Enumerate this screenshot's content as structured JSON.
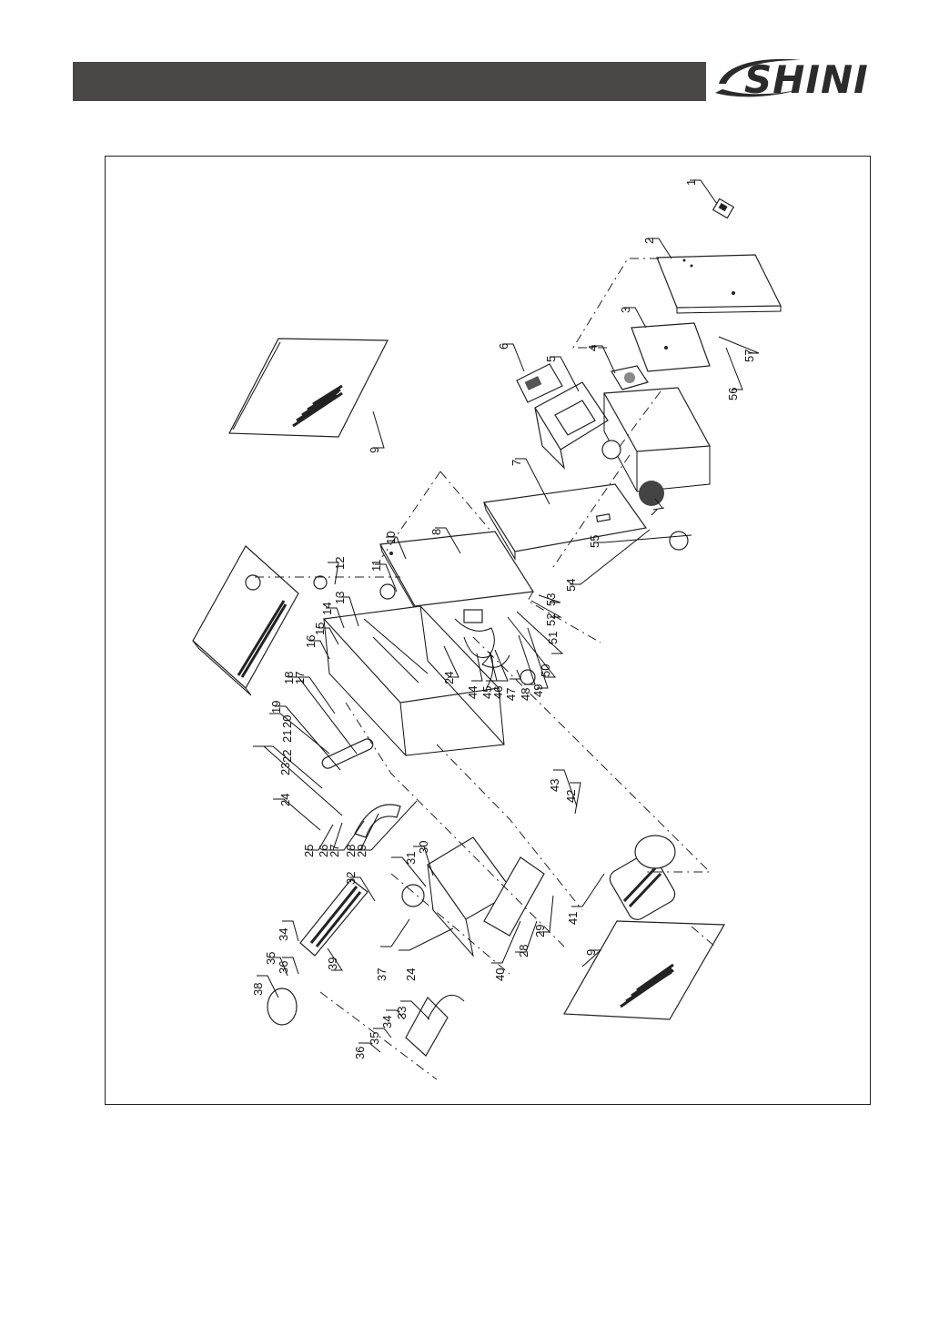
{
  "header": {
    "brand": "SHINI",
    "bar_color": "#4a4746"
  },
  "diagram": {
    "type": "exploded-parts-view",
    "part_numbers": [
      "1",
      "2",
      "3",
      "4",
      "5",
      "6",
      "7",
      "8",
      "9",
      "10",
      "11",
      "12",
      "13",
      "14",
      "15",
      "16",
      "17",
      "18",
      "19",
      "20",
      "21",
      "22",
      "23",
      "24",
      "25",
      "26",
      "27",
      "28",
      "29",
      "30",
      "31",
      "32",
      "33",
      "34",
      "35",
      "36",
      "37",
      "38",
      "39",
      "40",
      "41",
      "42",
      "43",
      "44",
      "45",
      "46",
      "47",
      "48",
      "49",
      "50",
      "51",
      "52",
      "53",
      "54",
      "55",
      "56",
      "57"
    ],
    "labels": [
      {
        "id": "1",
        "text": "1"
      },
      {
        "id": "2",
        "text": "2"
      },
      {
        "id": "3",
        "text": "3"
      },
      {
        "id": "4",
        "text": "4"
      },
      {
        "id": "5",
        "text": "5"
      },
      {
        "id": "6",
        "text": "6"
      },
      {
        "id": "7",
        "text": "7"
      },
      {
        "id": "8",
        "text": "8"
      },
      {
        "id": "9a",
        "text": "9"
      },
      {
        "id": "9b",
        "text": "9"
      },
      {
        "id": "10",
        "text": "10"
      },
      {
        "id": "11",
        "text": "11"
      },
      {
        "id": "12",
        "text": "12"
      },
      {
        "id": "13",
        "text": "13"
      },
      {
        "id": "14",
        "text": "14"
      },
      {
        "id": "15",
        "text": "15"
      },
      {
        "id": "16",
        "text": "16"
      },
      {
        "id": "17",
        "text": "17"
      },
      {
        "id": "18",
        "text": "18"
      },
      {
        "id": "19",
        "text": "19"
      },
      {
        "id": "20",
        "text": "20"
      },
      {
        "id": "21",
        "text": "21"
      },
      {
        "id": "22",
        "text": "22"
      },
      {
        "id": "23",
        "text": "23"
      },
      {
        "id": "24a",
        "text": "24"
      },
      {
        "id": "24b",
        "text": "24"
      },
      {
        "id": "24c",
        "text": "24"
      },
      {
        "id": "25",
        "text": "25"
      },
      {
        "id": "26",
        "text": "26"
      },
      {
        "id": "27",
        "text": "27"
      },
      {
        "id": "28a",
        "text": "28"
      },
      {
        "id": "28b",
        "text": "28"
      },
      {
        "id": "29a",
        "text": "29"
      },
      {
        "id": "29b",
        "text": "29"
      },
      {
        "id": "30",
        "text": "30"
      },
      {
        "id": "31",
        "text": "31"
      },
      {
        "id": "32",
        "text": "32"
      },
      {
        "id": "33",
        "text": "33"
      },
      {
        "id": "34a",
        "text": "34"
      },
      {
        "id": "34b",
        "text": "34"
      },
      {
        "id": "35a",
        "text": "35"
      },
      {
        "id": "35b",
        "text": "35"
      },
      {
        "id": "36a",
        "text": "36"
      },
      {
        "id": "36b",
        "text": "36"
      },
      {
        "id": "37",
        "text": "37"
      },
      {
        "id": "38",
        "text": "38"
      },
      {
        "id": "39",
        "text": "39"
      },
      {
        "id": "40",
        "text": "40"
      },
      {
        "id": "41",
        "text": "41"
      },
      {
        "id": "42",
        "text": "42"
      },
      {
        "id": "43",
        "text": "43"
      },
      {
        "id": "44",
        "text": "44"
      },
      {
        "id": "45",
        "text": "45"
      },
      {
        "id": "46",
        "text": "46"
      },
      {
        "id": "47",
        "text": "47"
      },
      {
        "id": "48",
        "text": "48"
      },
      {
        "id": "49",
        "text": "49"
      },
      {
        "id": "50",
        "text": "50"
      },
      {
        "id": "51",
        "text": "51"
      },
      {
        "id": "52",
        "text": "52"
      },
      {
        "id": "53",
        "text": "53"
      },
      {
        "id": "54",
        "text": "54"
      },
      {
        "id": "55",
        "text": "55"
      },
      {
        "id": "56",
        "text": "56"
      },
      {
        "id": "57",
        "text": "57"
      }
    ]
  }
}
